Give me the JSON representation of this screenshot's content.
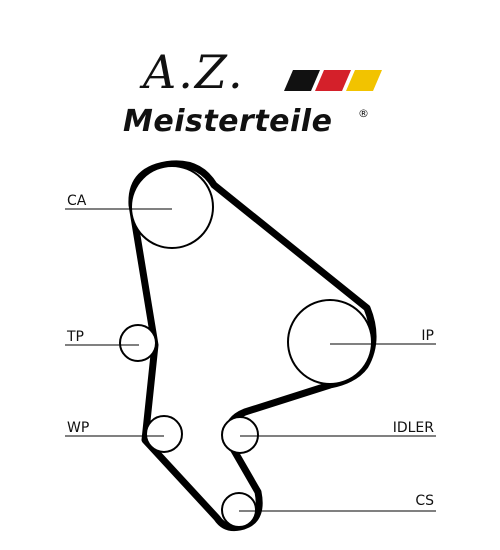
{
  "logo": {
    "monogram": "A.Z.",
    "brand_name": "Meisterteile",
    "registered_mark": "®",
    "flag_colors": [
      "#111111",
      "#d4202a",
      "#f2c300"
    ]
  },
  "diagram": {
    "labels": {
      "ca": "CA",
      "tp": "TP",
      "wp": "WP",
      "ip": "IP",
      "idler": "IDLER",
      "cs": "CS"
    },
    "belt_color": "#000000"
  }
}
